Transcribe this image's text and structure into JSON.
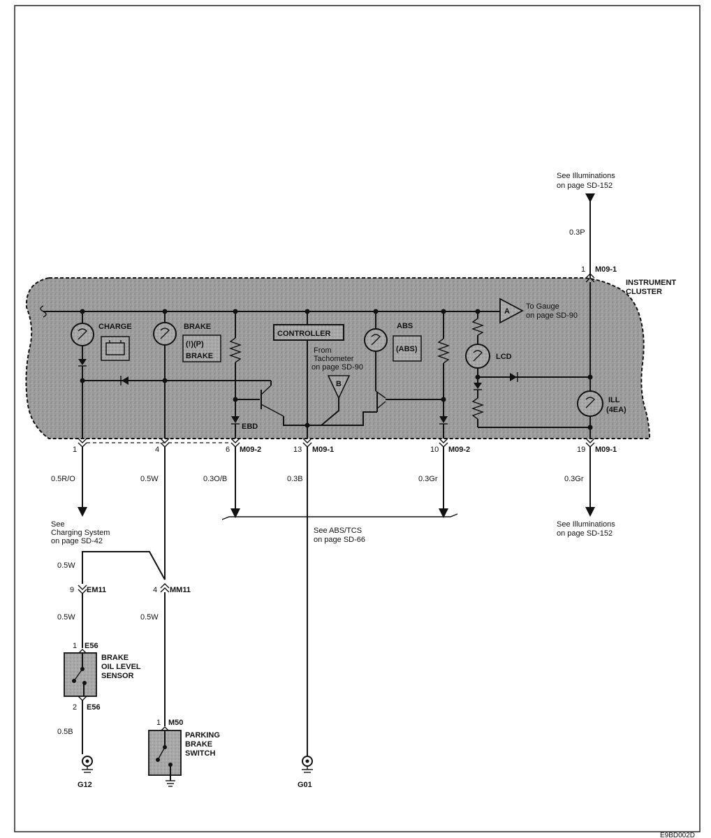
{
  "labels": {
    "illum_top_1": "See Illuminations",
    "illum_top_2": "on page SD-152",
    "wire_03p": "0.3P",
    "pin_1": "1",
    "conn_m091": "M09-1",
    "cluster_1": "INSTRUMENT",
    "cluster_2": "CLUSTER",
    "charge": "CHARGE",
    "brake": "BRAKE",
    "brake_box_top": "(!)(P)",
    "brake_box_bottom": "BRAKE",
    "controller": "CONTROLLER",
    "from_tach_1": "From",
    "from_tach_2": "Tachometer",
    "from_tach_3": "on page SD-90",
    "b_tri": "B",
    "abs": "ABS",
    "abs_box": "(ABS)",
    "a_tri": "A",
    "to_gauge_1": "To Gauge",
    "to_gauge_2": "on page SD-90",
    "lcd": "LCD",
    "ill_1": "ILL",
    "ill_2": "(4EA)",
    "ebd": "EBD",
    "pin_b1": "1",
    "pin_b4": "4",
    "pin_b6": "6",
    "conn_m092_a": "M09-2",
    "pin_b13": "13",
    "conn_m091_b": "M09-1",
    "pin_b10": "10",
    "conn_m092_b": "M09-2",
    "pin_b19": "19",
    "conn_m091_c": "M09-1",
    "wire_05ro": "0.5R/O",
    "wire_05w_a": "0.5W",
    "wire_03ob": "0.3O/B",
    "wire_03b": "0.3B",
    "wire_03gr_a": "0.3Gr",
    "wire_03gr_b": "0.3Gr",
    "see_charge_1": "See",
    "see_charge_2": "Charging System",
    "see_charge_3": "on page SD-42",
    "see_abs_1": "See ABS/TCS",
    "see_abs_2": "on page SD-66",
    "illum_bot_1": "See Illuminations",
    "illum_bot_2": "on page SD-152",
    "wire_05w_b": "0.5W",
    "pin_em11": "9",
    "conn_em11": "EM11",
    "pin_mm11": "4",
    "conn_mm11": "MM11",
    "wire_05w_c": "0.5W",
    "wire_05w_d": "0.5W",
    "pin_e56_1": "1",
    "conn_e56_1": "E56",
    "sensor_1": "BRAKE",
    "sensor_2": "OIL LEVEL",
    "sensor_3": "SENSOR",
    "pin_e56_2": "2",
    "conn_e56_2": "E56",
    "wire_05b": "0.5B",
    "pin_m50": "1",
    "conn_m50": "M50",
    "pbs_1": "PARKING",
    "pbs_2": "BRAKE",
    "pbs_3": "SWITCH",
    "g12": "G12",
    "g01": "G01",
    "code": "E9BD002D"
  },
  "colors": {
    "cluster_fill": "#9a9a9a",
    "box_fill": "#a6a6a6",
    "ink": "#111111"
  }
}
